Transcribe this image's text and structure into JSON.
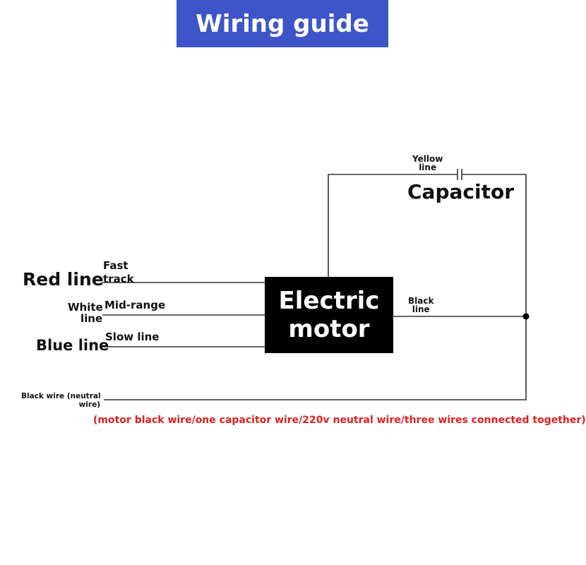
{
  "title": "Wiring guide",
  "labels": {
    "red_line": "Red line",
    "white_line_1": "White",
    "white_line_2": "line",
    "blue_line": "Blue line",
    "fast_1": "Fast",
    "fast_2": "track",
    "mid_range": "Mid-range",
    "slow_line": "Slow line",
    "yellow_1": "Yellow",
    "yellow_2": "line",
    "capacitor": "Capacitor",
    "black_1": "Black",
    "black_2": "line",
    "neutral_1": "Black wire (neutral",
    "neutral_2": "wire)"
  },
  "motor": {
    "line1": "Electric",
    "line2": "motor"
  },
  "note": "(motor black wire/one capacitor wire/220v neutral wire/three wires connected together)",
  "colors": {
    "banner": "#3d55c9",
    "note": "#e01f1f"
  }
}
